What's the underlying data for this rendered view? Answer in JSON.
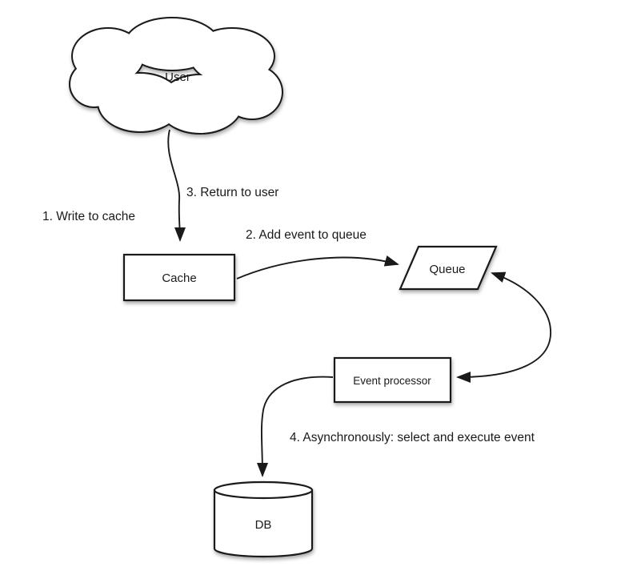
{
  "diagram": {
    "type": "flow-diagram",
    "nodes": {
      "user": {
        "label": "User",
        "shape": "cloud"
      },
      "cache": {
        "label": "Cache",
        "shape": "rectangle"
      },
      "queue": {
        "label": "Queue",
        "shape": "parallelogram"
      },
      "event_processor": {
        "label": "Event processor",
        "shape": "rectangle"
      },
      "db": {
        "label": "DB",
        "shape": "cylinder"
      }
    },
    "edges": [
      {
        "id": "write-to-cache",
        "label": "1. Write to cache",
        "from": "user",
        "to": "cache"
      },
      {
        "id": "add-event-to-queue",
        "label": "2. Add event to queue",
        "from": "cache",
        "to": "queue"
      },
      {
        "id": "return-to-user",
        "label": "3. Return to user",
        "from": "cache",
        "to": "user"
      },
      {
        "id": "queue-event-processor",
        "bidirectional": true,
        "from": "queue",
        "to": "event_processor"
      },
      {
        "id": "async-execute",
        "label": "4. Asynchronously: select and execute event",
        "from": "event_processor",
        "to": "db"
      }
    ],
    "colors": {
      "stroke": "#1a1a1a",
      "text": "#1a1a1a",
      "fill": "#ffffff",
      "background": "#ffffff"
    }
  }
}
